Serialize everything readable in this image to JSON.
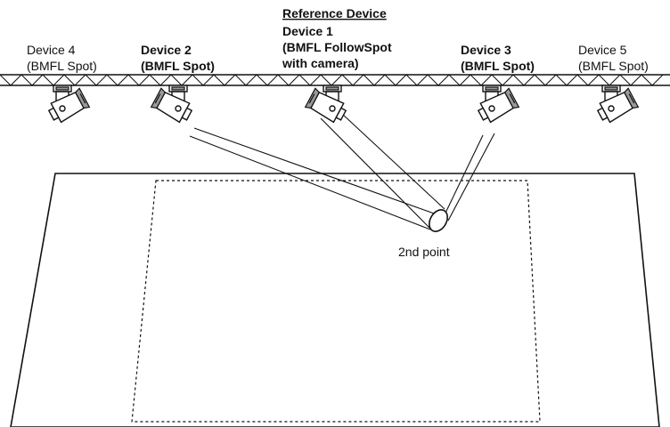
{
  "diagram": {
    "reference_heading": "Reference Device",
    "devices": [
      {
        "id": "device-4",
        "lines": [
          "Device 4",
          "(BMFL Spot)"
        ],
        "bold": false,
        "dim": true
      },
      {
        "id": "device-2",
        "lines": [
          "Device 2",
          "(BMFL Spot)"
        ],
        "bold": true,
        "dim": false
      },
      {
        "id": "device-1",
        "lines": [
          "Device 1",
          "(BMFL FollowSpot",
          "with camera)"
        ],
        "bold": true,
        "dim": false
      },
      {
        "id": "device-3",
        "lines": [
          "Device 3",
          "(BMFL Spot)"
        ],
        "bold": true,
        "dim": false
      },
      {
        "id": "device-5",
        "lines": [
          "Device 5",
          "(BMFL Spot)"
        ],
        "bold": false,
        "dim": true
      }
    ],
    "target_label": "2nd point"
  }
}
